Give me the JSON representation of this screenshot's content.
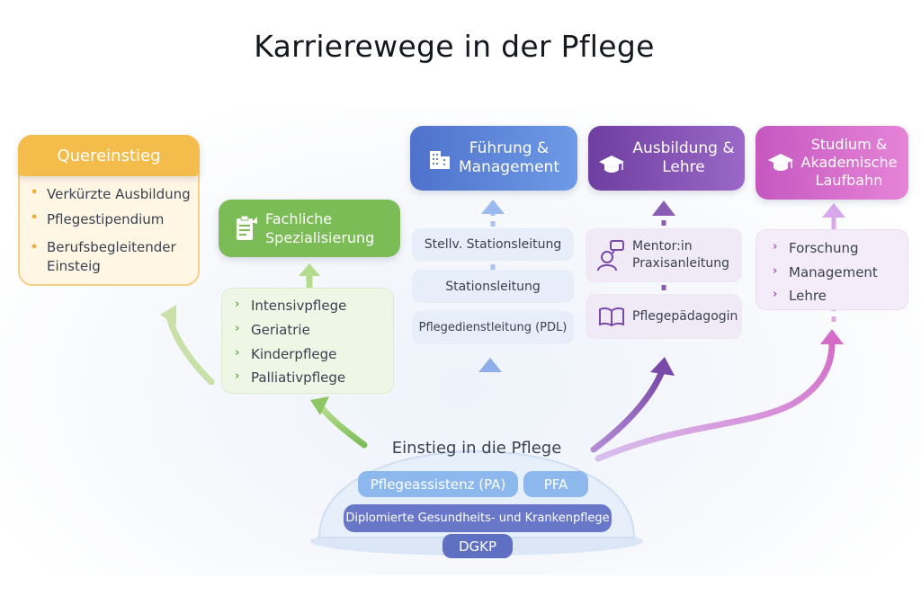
{
  "title": "Karrierewege in der Pflege",
  "quereinstieg": {
    "heading": "Quereinstieg",
    "items": [
      "Verkürzte Ausbildung",
      "Pflegestipendium",
      "Berufsbegleitender\nEinsteig"
    ]
  },
  "fachliche": {
    "heading": "Fachliche\nSpezialisierung",
    "items": [
      "Intensivpflege",
      "Geriatrie",
      "Kinderpflege",
      "Palliativpflege"
    ]
  },
  "fuehrung": {
    "heading": "Führung &\nManagement",
    "items": [
      "Stellv. Stationsleitung",
      "Stationsleitung",
      "Pflegedienstleitung (PDL)"
    ]
  },
  "ausbildung": {
    "heading": "Ausbildung &\nLehre",
    "items": [
      "Mentor:in\nPraxisanleitung",
      "Pflegepädagogin"
    ]
  },
  "studium": {
    "heading": "Studium &\nAkademische\nLaufbahn",
    "items": [
      "Forschung",
      "Management",
      "Lehre"
    ]
  },
  "einstieg": {
    "heading": "Einstieg in die Pflege",
    "pa": "Pflegeassistenz (PA)",
    "pfa": "PFA",
    "diplom": "Diplomierte Gesundheits- und Krankenpflege",
    "dgkp": "DGKP"
  },
  "icons": {
    "fachliche": "clipboard-icon",
    "fuehrung": "building-icon",
    "ausbildung": "graduation-cap-icon",
    "mentor": "mentor-person-icon",
    "book": "book-icon",
    "studium": "graduation-cap-icon"
  },
  "colors": {
    "orange": "#f2b43c",
    "green": "#7cbc57",
    "blue": "#5b86d8",
    "purple": "#8a5cb4",
    "pink": "#d46cc8"
  }
}
